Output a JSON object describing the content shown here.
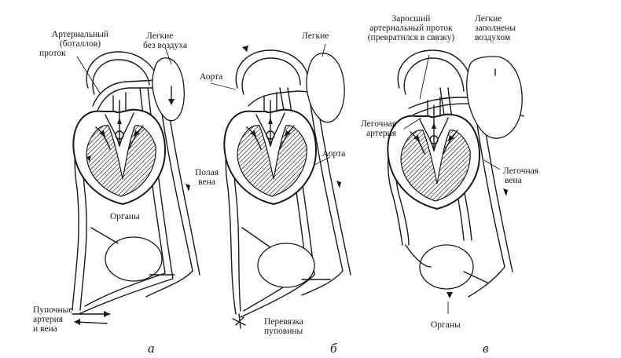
{
  "panel_a": {
    "caption": "а",
    "labels": {
      "ductus": [
        "Артериальный",
        "(боталлов)",
        "проток"
      ],
      "lungs": [
        "Легкие",
        "без воздуха"
      ],
      "vena_cava": [
        "Полая",
        "вена"
      ],
      "organs": "Органы",
      "umbilical": [
        "Пупочные",
        "артерия",
        "и вена"
      ]
    }
  },
  "panel_b": {
    "caption": "б",
    "labels": {
      "lungs": "Легкие",
      "aorta_top": "Аорта",
      "aorta_right": "Аорта",
      "ligation": [
        "Перевязка",
        "пуповины"
      ]
    }
  },
  "panel_v": {
    "caption": "в",
    "labels": {
      "overgrown": [
        "Заросший",
        "артериальный проток",
        "(превратился в связку)"
      ],
      "lungs": [
        "Легкие",
        "заполнены",
        "воздухом"
      ],
      "pulm_artery": [
        "Легочная",
        "артерия"
      ],
      "pulm_vein": [
        "Легочная",
        "вена"
      ],
      "organs": "Органы"
    }
  }
}
